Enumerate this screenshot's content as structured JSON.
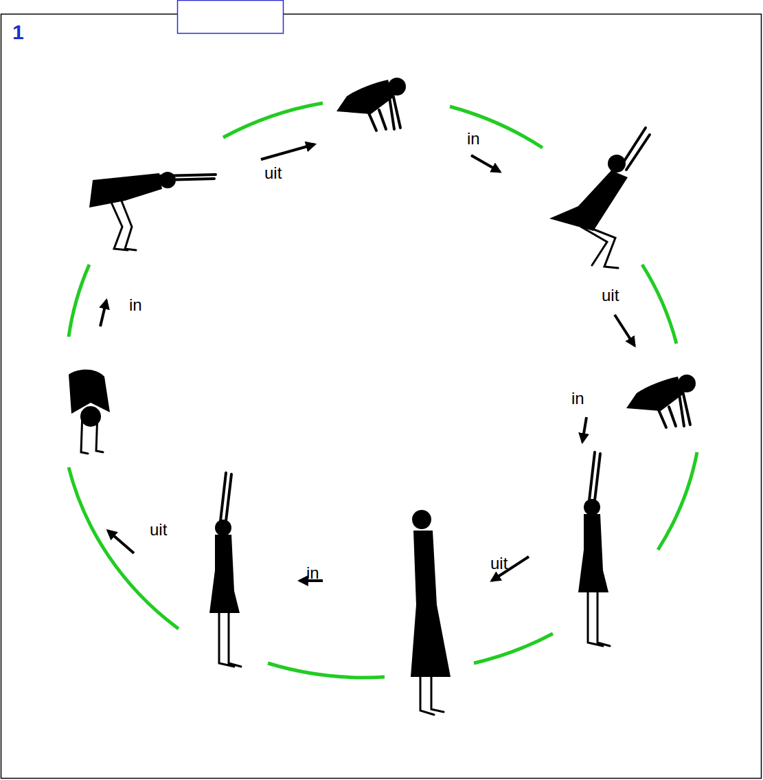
{
  "diagram": {
    "labels": [
      "1",
      "uit",
      "in",
      "uit",
      "in",
      "uit",
      "in",
      "uit",
      "in"
    ]
  }
}
